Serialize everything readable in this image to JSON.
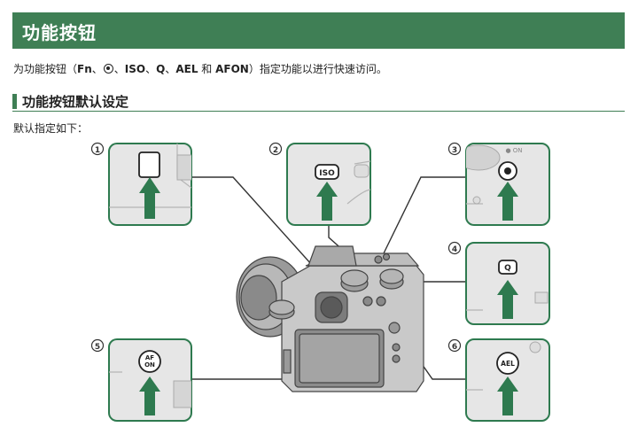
{
  "header": {
    "title": "功能按钮"
  },
  "intro": {
    "prefix": "为功能按钮（",
    "fn": "Fn",
    "sep1": "、",
    "sep2": "、",
    "iso": "ISO",
    "sep3": "、",
    "q": "Q",
    "sep4": "、",
    "ael": "AEL",
    "and": " 和 ",
    "afon": "AFON",
    "suffix": "）指定功能以进行快速访问。"
  },
  "section": {
    "title": "功能按钮默认设定"
  },
  "defaults_label": "默认指定如下：",
  "callouts": [
    {
      "number": "1",
      "button": ""
    },
    {
      "number": "2",
      "button": "ISO"
    },
    {
      "number": "3",
      "button": "",
      "extra": "● ON"
    },
    {
      "number": "4",
      "button": "Q"
    },
    {
      "number": "5",
      "button_top": "AF",
      "button_bottom": "ON"
    },
    {
      "number": "6",
      "button": "AEL"
    }
  ],
  "colors": {
    "accent": "#3f7f55",
    "arrow": "#2e7a4f",
    "line": "#333333"
  }
}
